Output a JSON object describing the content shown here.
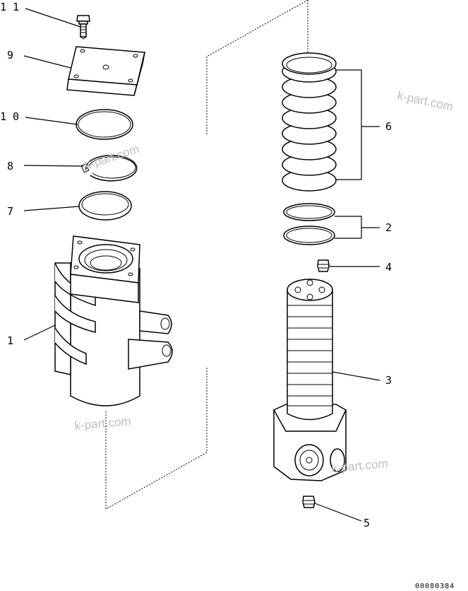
{
  "drawing_code": "00080384",
  "watermark": "k-part.com",
  "callouts": {
    "p1": "1",
    "p2": "2",
    "p3": "3",
    "p4": "4",
    "p5": "5",
    "p6": "6",
    "p7": "7",
    "p8": "8",
    "p9": "9",
    "p10": "1 0",
    "p11": "1 1"
  }
}
